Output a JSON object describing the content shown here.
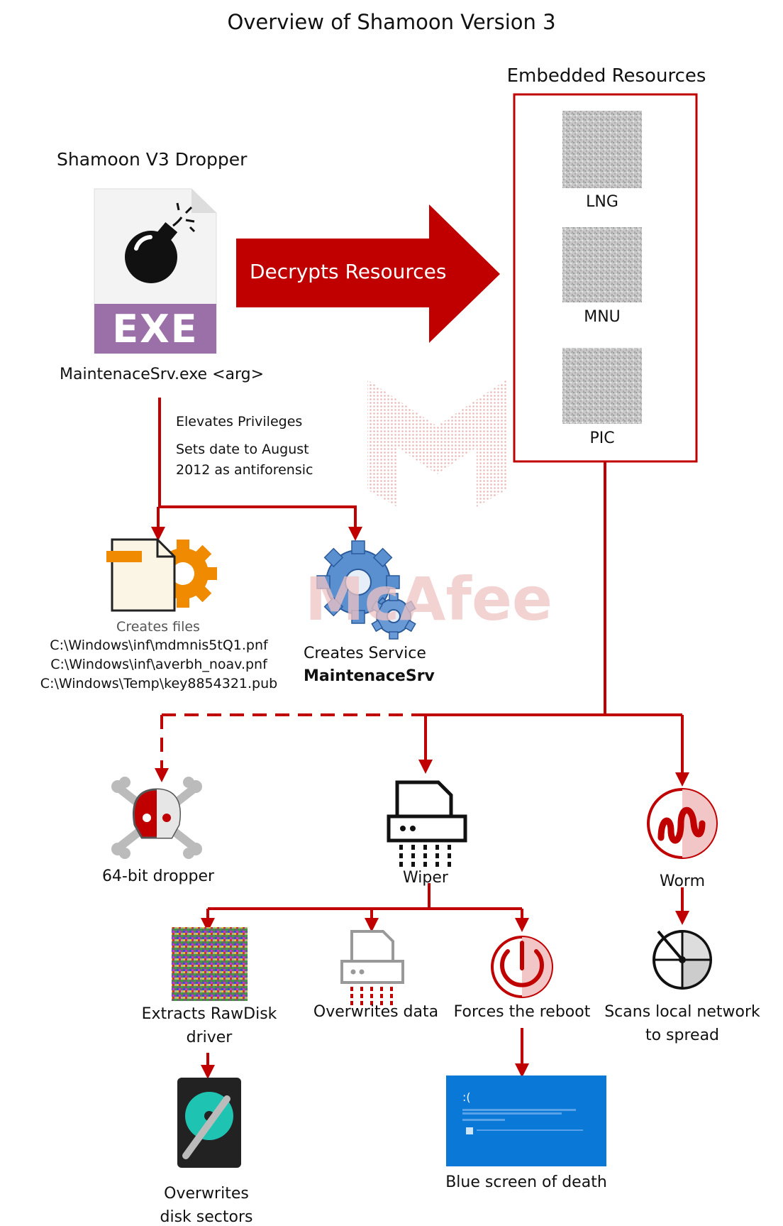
{
  "title": "Overview of Shamoon Version 3",
  "dropper": {
    "heading": "Shamoon V3 Dropper",
    "badge": "EXE",
    "filename": "MaintenaceSrv.exe <arg>",
    "elevates": "Elevates Privileges",
    "sets_date_line1": "Sets date to August",
    "sets_date_line2": "2012 as antiforensic"
  },
  "decrypt_arrow": "Decrypts Resources",
  "resources": {
    "heading": "Embedded Resources",
    "items": [
      "LNG",
      "MNU",
      "PIC"
    ]
  },
  "files": {
    "heading": "Creates files",
    "paths": [
      "C:\\Windows\\inf\\mdmnis5tQ1.pnf",
      "C:\\Windows\\inf\\averbh_noav.pnf",
      "C:\\Windows\\Temp\\key8854321.pub"
    ]
  },
  "service": {
    "line1": "Creates Service",
    "line2": "MaintenaceSrv"
  },
  "watermark": "McAfee",
  "nodes": {
    "dropper64": "64-bit dropper",
    "wiper": "Wiper",
    "worm": "Worm",
    "rawdisk_line1": "Extracts RawDisk",
    "rawdisk_line2": "driver",
    "overwrites": "Overwrites data",
    "reboot": "Forces the reboot",
    "scan_line1": "Scans local network",
    "scan_line2": "to spread",
    "sectors_line1": "Overwrites",
    "sectors_line2": "disk sectors",
    "bsod": "Blue screen of death"
  },
  "colors": {
    "accent": "#c00000",
    "exe_purple": "#9b6fa8",
    "bsod_blue": "#0a78d7"
  }
}
